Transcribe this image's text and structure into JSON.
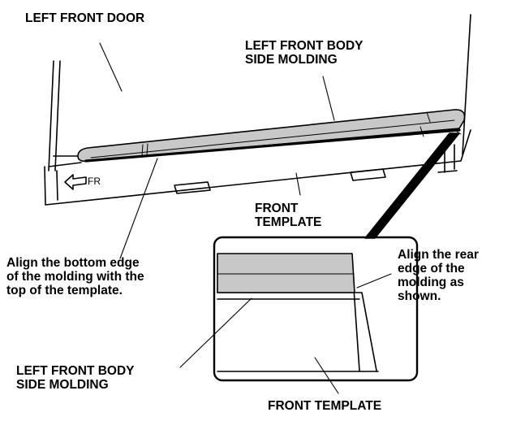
{
  "labels": {
    "left_front_door": "LEFT FRONT DOOR",
    "molding_top": [
      "LEFT FRONT BODY",
      "SIDE MOLDING"
    ],
    "front_template_mid": [
      "FRONT",
      "TEMPLATE"
    ],
    "align_bottom": [
      "Align the bottom edge",
      "of the molding with the",
      "top of the template."
    ],
    "align_rear": [
      "Align the rear",
      "edge of the",
      "molding as",
      "shown."
    ],
    "molding_bottom": [
      "LEFT FRONT BODY",
      "SIDE MOLDING"
    ],
    "front_template_bottom": "FRONT TEMPLATE",
    "fr_arrow": "FR"
  }
}
